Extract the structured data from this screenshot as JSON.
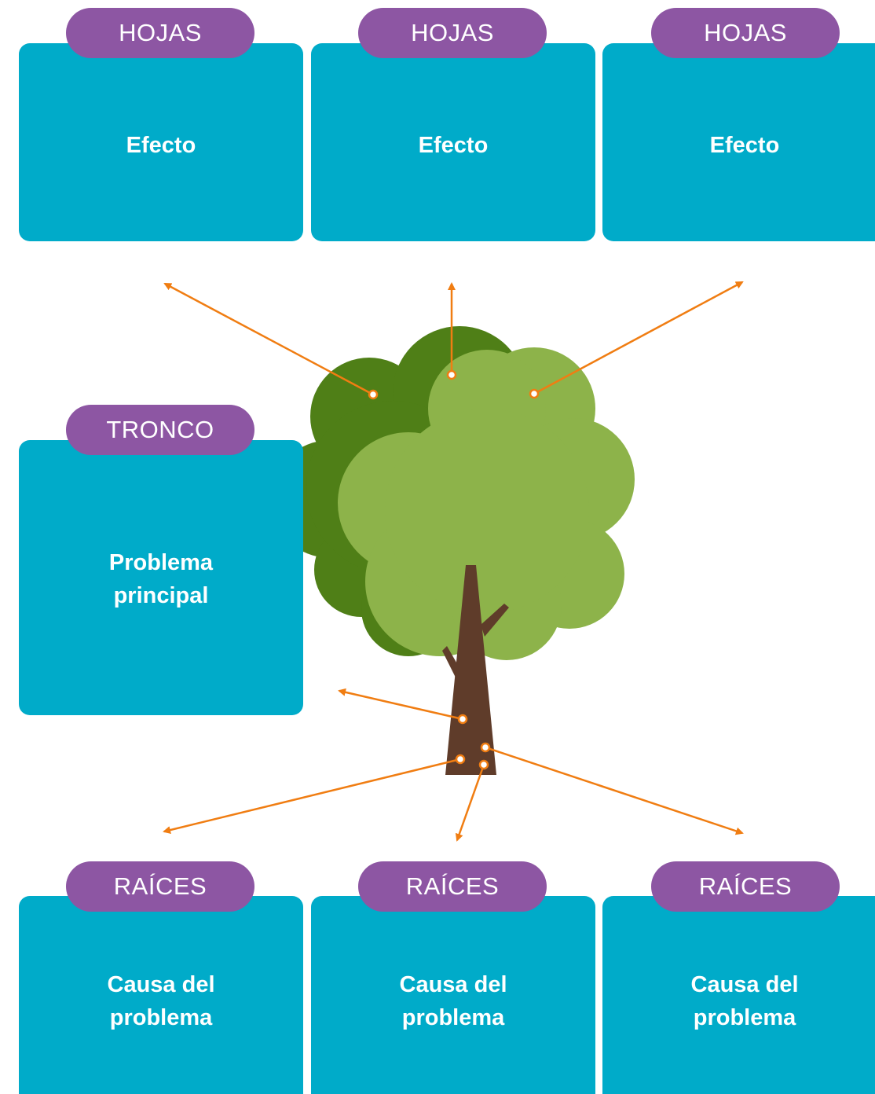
{
  "colors": {
    "card": "#00abc9",
    "tag": "#8d56a3",
    "text": "#ffffff",
    "arrow": "#f07d12",
    "foliage_dark": "#4f7f17",
    "foliage_light": "#8db34a",
    "trunk": "#5f3c2a"
  },
  "leaves": [
    {
      "tag": "HOJAS",
      "text": "Efecto"
    },
    {
      "tag": "HOJAS",
      "text": "Efecto"
    },
    {
      "tag": "HOJAS",
      "text": "Efecto"
    }
  ],
  "trunk": {
    "tag": "TRONCO",
    "text": "Problema\nprincipal"
  },
  "roots": [
    {
      "tag": "RAÍCES",
      "text": "Causa del\nproblema"
    },
    {
      "tag": "RAÍCES",
      "text": "Causa del\nproblema"
    },
    {
      "tag": "RAÍCES",
      "text": "Causa del\nproblema"
    }
  ]
}
